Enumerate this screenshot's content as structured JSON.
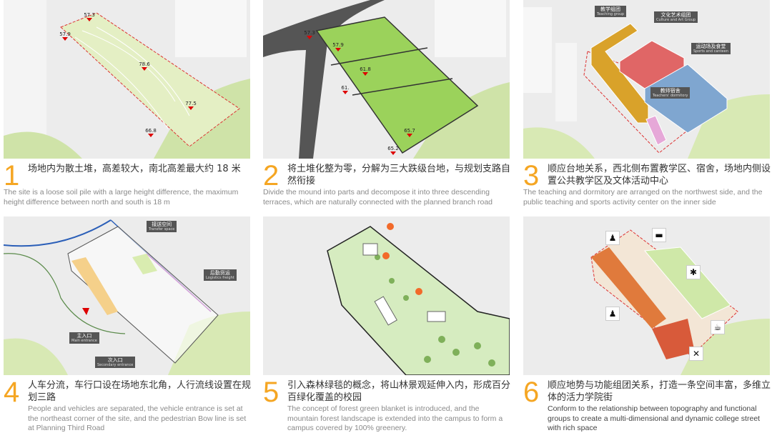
{
  "panels": [
    {
      "num": "1",
      "zh": "场地内为散土堆，高差较大，南北高差最大约 18 米",
      "en": "The site is a loose soil pile with a large height difference, the maximum height difference between north and south is 18 m",
      "elevations": [
        "57.3",
        "57.9",
        "78.6",
        "77.5",
        "66.8"
      ]
    },
    {
      "num": "2",
      "zh": "将土堆化整为零，分解为三大跌级台地，与规划支路自然衔接",
      "en": "Divide the mound into parts and decompose it into three descending terraces, which are naturally connected with the planned branch road",
      "elevations": [
        "57.3",
        "57.9",
        "61.8",
        "61.",
        "65.7",
        "65.2"
      ]
    },
    {
      "num": "3",
      "zh": "顺应台地关系，西北侧布置教学区、宿舍，场地内侧设置公共教学区及文体活动中心",
      "en": "The teaching and dormitory are arranged on the northwest side, and the public teaching  and  sports activity center on the inner side",
      "labels": [
        {
          "zh": "教学组团",
          "en": "Teaching group"
        },
        {
          "zh": "文化艺术组团",
          "en": "Culture and Art Group"
        },
        {
          "zh": "运动场及食堂",
          "en": "Sports and canteen"
        },
        {
          "zh": "教师宿舍",
          "en": "Teachers' dormitory"
        }
      ],
      "colors": {
        "teaching": "#d9a22a",
        "culture": "#e06666",
        "sports": "#7fa6d0",
        "dormitory": "#e6a8d8"
      }
    },
    {
      "num": "4",
      "zh": "人车分流，车行口设在场地东北角，人行流线设置在规划三路",
      "en": "People and vehicles are separated, the vehicle entrance is set at the northeast corner of the site, and the pedestrian Bow line is set at Planning Third Road",
      "labels": [
        {
          "zh": "接送空间",
          "en": "Transfer space"
        },
        {
          "zh": "后勤货运",
          "en": "Logistics freight"
        },
        {
          "zh": "主入口",
          "en": "Main entrance"
        },
        {
          "zh": "次入口",
          "en": "Secondary entrance"
        }
      ]
    },
    {
      "num": "5",
      "zh": "引入森林绿毯的概念，将山林景观延伸入内，形成百分百绿化覆盖的校园",
      "en": "The concept of forest green blanket is introduced, and the mountain forest landscape is extended into the campus to form a campus covered by 100% greenery."
    },
    {
      "num": "6",
      "zh": "顺应地势与功能组团关系，打造一条空间丰富，多维立体的活力学院街",
      "en": "Conform to the relationship between topography and functional groups to create a multi-dimensional and dynamic college street with rich space",
      "icons": [
        "group-icon",
        "fitness-icon",
        "running-icon",
        "group-icon",
        "coffee-icon",
        "dining-icon"
      ]
    }
  ],
  "accent": "#f5a623"
}
